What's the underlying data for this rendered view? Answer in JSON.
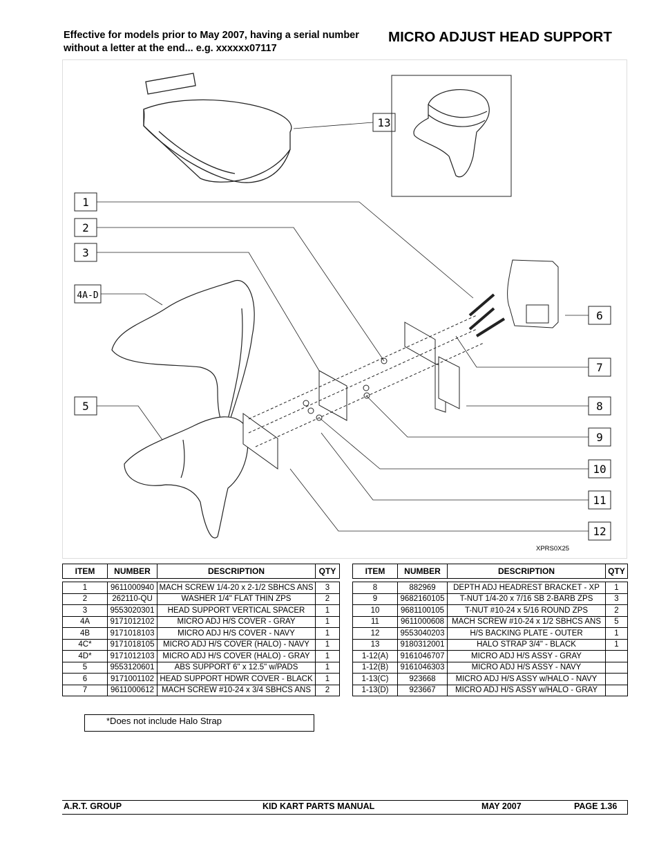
{
  "header": {
    "note": "Effective for models prior to May 2007, having a serial number without a letter at the end... e.g. xxxxxx07117",
    "title": "MICRO ADJUST HEAD SUPPORT"
  },
  "diagram": {
    "callouts": [
      "1",
      "2",
      "3",
      "4A-D",
      "5",
      "6",
      "7",
      "8",
      "9",
      "10",
      "11",
      "12",
      "13"
    ],
    "drawing_code": "XPRS0X25"
  },
  "table": {
    "headers": [
      "ITEM",
      "NUMBER",
      "DESCRIPTION",
      "QTY"
    ],
    "left_rows": [
      [
        "1",
        "9611000940",
        "MACH SCREW 1/4-20 x 2-1/2 SBHCS ANS",
        "3"
      ],
      [
        "2",
        "262110-QU",
        "WASHER 1/4\" FLAT THIN ZPS",
        "2"
      ],
      [
        "3",
        "9553020301",
        "HEAD SUPPORT VERTICAL SPACER",
        "1"
      ],
      [
        "4A",
        "9171012102",
        "MICRO ADJ H/S COVER - GRAY",
        "1"
      ],
      [
        "4B",
        "9171018103",
        "MICRO ADJ H/S COVER - NAVY",
        "1"
      ],
      [
        "4C*",
        "9171018105",
        "MICRO ADJ H/S COVER (HALO) - NAVY",
        "1"
      ],
      [
        "4D*",
        "9171012103",
        "MICRO ADJ H/S COVER (HALO) - GRAY",
        "1"
      ],
      [
        "5",
        "9553120601",
        "ABS SUPPORT 6\" x 12.5\" w/PADS",
        "1"
      ],
      [
        "6",
        "9171001102",
        "HEAD SUPPORT HDWR COVER - BLACK",
        "1"
      ],
      [
        "7",
        "9611000612",
        "MACH SCREW #10-24 x 3/4 SBHCS ANS",
        "2"
      ]
    ],
    "right_rows": [
      [
        "8",
        "882969",
        "DEPTH ADJ HEADREST BRACKET - XP",
        "1"
      ],
      [
        "9",
        "9682160105",
        "T-NUT 1/4-20 x 7/16 SB 2-BARB ZPS",
        "3"
      ],
      [
        "10",
        "9681100105",
        "T-NUT #10-24 x 5/16 ROUND ZPS",
        "2"
      ],
      [
        "11",
        "9611000608",
        "MACH SCREW #10-24 x 1/2 SBHCS ANS",
        "5"
      ],
      [
        "12",
        "9553040203",
        "H/S BACKING PLATE - OUTER",
        "1"
      ],
      [
        "13",
        "9180312001",
        "HALO STRAP 3/4\" - BLACK",
        "1"
      ],
      [
        "1-12(A)",
        "9161046707",
        "MICRO ADJ H/S ASSY - GRAY",
        ""
      ],
      [
        "1-12(B)",
        "9161046303",
        "MICRO ADJ H/S ASSY - NAVY",
        ""
      ],
      [
        "1-13(C)",
        "923668",
        "MICRO ADJ H/S ASSY w/HALO - NAVY",
        ""
      ],
      [
        "1-13(D)",
        "923667",
        "MICRO ADJ H/S ASSY w/HALO - GRAY",
        ""
      ]
    ]
  },
  "footnote": "*Does not include Halo Strap",
  "footer": {
    "company": "A.R.T. GROUP",
    "manual": "KID KART PARTS MANUAL",
    "date": "MAY 2007",
    "page": "PAGE  1.36"
  }
}
